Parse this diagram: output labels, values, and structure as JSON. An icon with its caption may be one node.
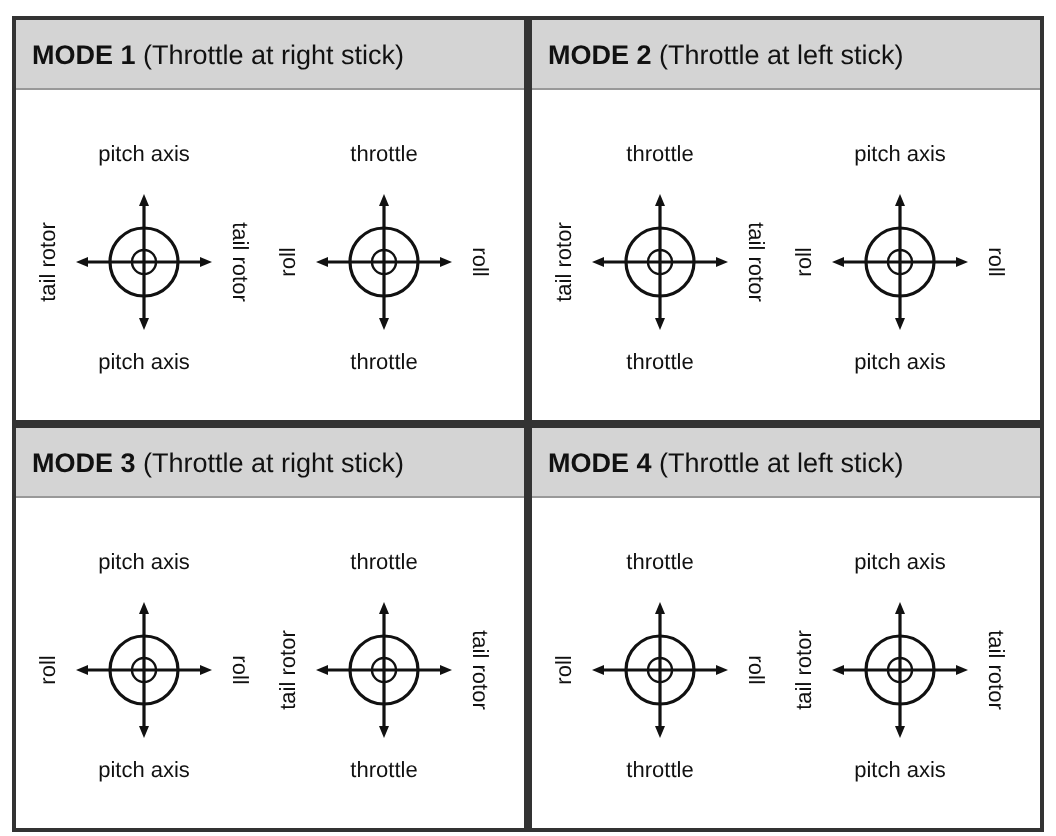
{
  "diagram": {
    "nodes": [
      {
        "text": [
          "**MODE 1** (Throttle at right stick)"
        ]
      },
      {
        "text": [
          "pitch axis",
          "tail rotor",
          "tail rotor",
          "pitch axis"
        ],
        "in": 0
      },
      {
        "text": [
          "throttle",
          "roll",
          "roll",
          "throttle"
        ],
        "in": 0
      },
      {
        "text": [
          "**MODE 2** (Throttle at left stick)"
        ]
      },
      {
        "text": [
          "throttle",
          "tail rotor",
          "tail rotor",
          "throttle"
        ],
        "in": 3
      },
      {
        "text": [
          "pitch axis",
          "roll",
          "roll",
          "pitch axis"
        ],
        "in": 3
      },
      {
        "text": [
          "**MODE 3** (Throttle at right stick)"
        ]
      },
      {
        "text": [
          "pitch axis",
          "roll",
          "roll",
          "pitch axis"
        ],
        "in": 6
      },
      {
        "text": [
          "throttle",
          "tail rotor",
          "tail rotor",
          "throttle"
        ],
        "in": 6
      },
      {
        "text": [
          "**MODE 4** (Throttle at left stick)"
        ]
      },
      {
        "text": [
          "throttle",
          "roll",
          "roll",
          "throttle"
        ],
        "in": 9
      },
      {
        "text": [
          "pitch axis",
          "tail rotor",
          "tail rotor",
          "pitch axis"
        ],
        "in": 9
      }
    ]
  }
}
